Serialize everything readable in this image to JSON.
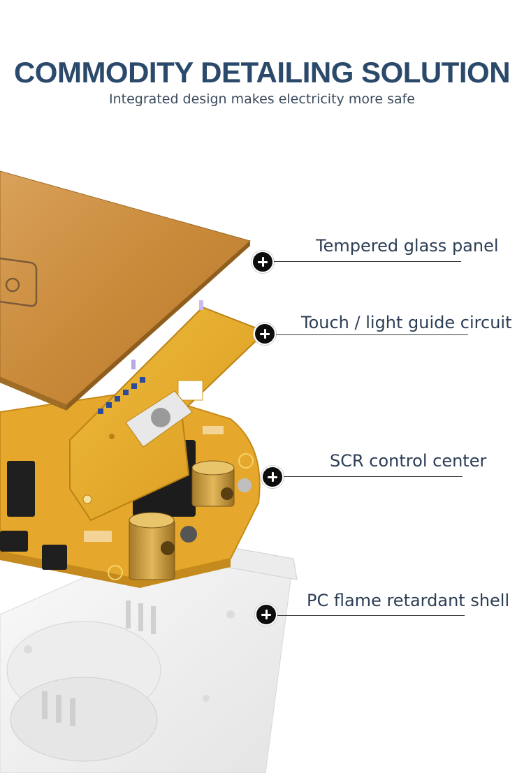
{
  "header": {
    "title": "COMMODITY DETAILING SOLUTION",
    "subtitle": "Integrated design makes electricity more safe"
  },
  "callouts": [
    {
      "label": "Tempered glass panel"
    },
    {
      "label": "Touch / light guide circuit"
    },
    {
      "label": "SCR control center"
    },
    {
      "label": "PC flame retardant shell"
    }
  ],
  "colors": {
    "title": "#2b4a6b",
    "glass_panel": "#c98a3a",
    "circuit_board": "#e0a52a",
    "shell": "#f2f2f2",
    "marker": "#0d0d0d"
  }
}
